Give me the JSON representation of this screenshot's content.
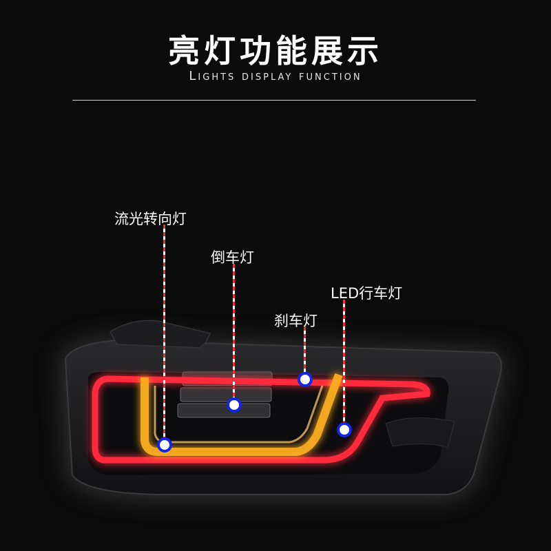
{
  "header": {
    "title": "亮灯功能展示",
    "subtitle": "Lights display function"
  },
  "callouts": [
    {
      "id": "flowing-turn",
      "label": "流光转向灯"
    },
    {
      "id": "reverse",
      "label": "倒车灯"
    },
    {
      "id": "brake",
      "label": "刹车灯"
    },
    {
      "id": "led-running",
      "label": "LED行车灯"
    }
  ],
  "colors": {
    "background": "#0b0b0b",
    "red_light": "#ff2a3a",
    "amber_light": "#ffb020",
    "leader_red": "#e8323a",
    "marker_blue": "#1326e8"
  }
}
